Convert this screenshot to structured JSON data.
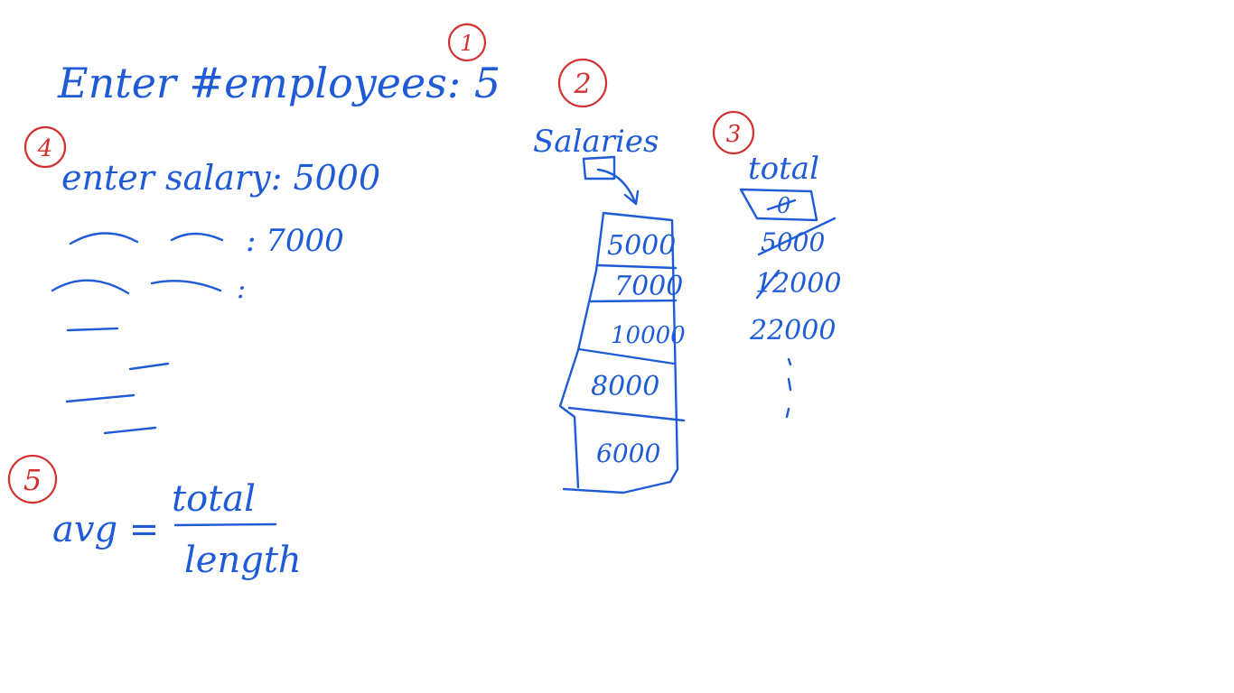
{
  "steps": {
    "one": "1",
    "two": "2",
    "three": "3",
    "four": "4",
    "five": "5"
  },
  "prompts": {
    "employees": "Enter #employees: 5",
    "salary1": "enter salary: 5000",
    "salary2_value": ": 7000",
    "salary3_value": ":"
  },
  "array": {
    "label": "Salaries",
    "cells": [
      "5000",
      "7000",
      "10000",
      "8000",
      "6000"
    ]
  },
  "total": {
    "label": "total",
    "initial": "0",
    "values": [
      "5000",
      "12000",
      "22000"
    ]
  },
  "average": {
    "lhs": "avg =",
    "numerator": "total",
    "denominator": "length"
  },
  "colors": {
    "ink": "#1f5bd6",
    "marker": "#d23131"
  }
}
